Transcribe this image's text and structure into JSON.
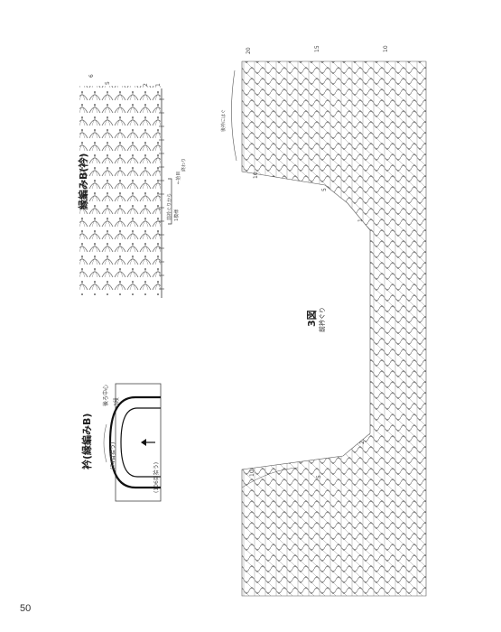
{
  "page_number": "50",
  "edging_title": "縁編みB(衿)",
  "collar_title": "衿(縁編みB)",
  "figure_title": "3図",
  "figure_subtitle": "前衿ぐり",
  "collar_notes": {
    "picks_front": "(74目拾う)",
    "picks_back": "(106目拾う)",
    "rows": "3段",
    "center_back": "後ろ中心"
  },
  "edging_notes": {
    "row_labels": [
      "6",
      "5",
      "2",
      "1"
    ],
    "repeat_label": "1模様",
    "start_label": "←拾目",
    "end_label": "終わり",
    "sweep_label": "前衿ぐりから"
  },
  "figure_notes": {
    "top_row_labels": [
      "20",
      "15",
      "10"
    ],
    "bottom_row_labels": [
      "10",
      "5"
    ],
    "left_labels": [
      "10",
      "5",
      "1"
    ],
    "inner_label": "2",
    "bracket_note": "後衿にはぐ"
  }
}
